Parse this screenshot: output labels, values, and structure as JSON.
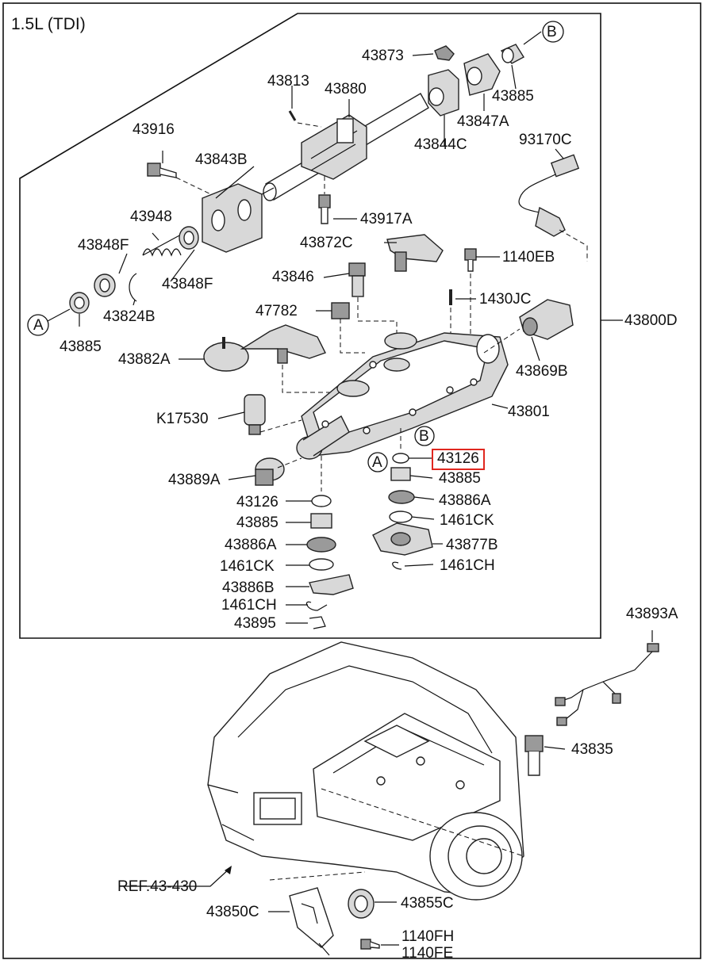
{
  "title": "1.5L (TDI)",
  "labels": {
    "p43873": "43873",
    "pB_top": "B",
    "p43813": "43813",
    "p43880": "43880",
    "p43885_top": "43885",
    "p43847A": "43847A",
    "p43916": "43916",
    "p43844C": "43844C",
    "p43843B": "43843B",
    "p93170C": "93170C",
    "p43948": "43948",
    "p43917A": "43917A",
    "p43848F_left": "43848F",
    "p43872C": "43872C",
    "p1140EB": "1140EB",
    "p43848F_right": "43848F",
    "p43846": "43846",
    "p43824B": "43824B",
    "p1430JC": "1430JC",
    "pA_left": "A",
    "p47782": "47782",
    "p43800D": "43800D",
    "p43885_left": "43885",
    "p43882A": "43882A",
    "p43869B": "43869B",
    "p43801": "43801",
    "pK17530": "K17530",
    "pB_mid": "B",
    "p43126_hl": "43126",
    "pA_mid": "A",
    "p43885_mid": "43885",
    "p43889A": "43889A",
    "p43126_low": "43126",
    "p43886A_r": "43886A",
    "p43885_low": "43885",
    "p1461CK_r": "1461CK",
    "p43886A_l": "43886A",
    "p43877B": "43877B",
    "p1461CK_l": "1461CK",
    "p1461CH_r": "1461CH",
    "p43886B": "43886B",
    "p1461CH_l": "1461CH",
    "p43895": "43895",
    "p43893A": "43893A",
    "p43835": "43835",
    "pREF": "REF.43-430",
    "p43850C": "43850C",
    "p43855C": "43855C",
    "p1140FH": "1140FH",
    "p1140FE": "1140FE"
  },
  "colors": {
    "highlight": "#e0271f",
    "line": "#111111"
  }
}
